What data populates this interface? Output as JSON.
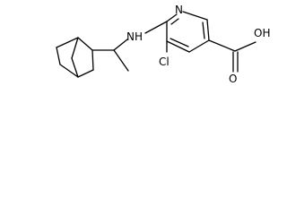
{
  "molecule": {
    "atoms": {
      "ring_nitrogen": "N",
      "amine": "NH",
      "chlorine": "Cl",
      "hydroxyl": "OH",
      "carbonyl_oxygen": "O"
    }
  },
  "colors": {
    "bond": "#000000",
    "label": "#000000",
    "background": "#ffffff"
  }
}
